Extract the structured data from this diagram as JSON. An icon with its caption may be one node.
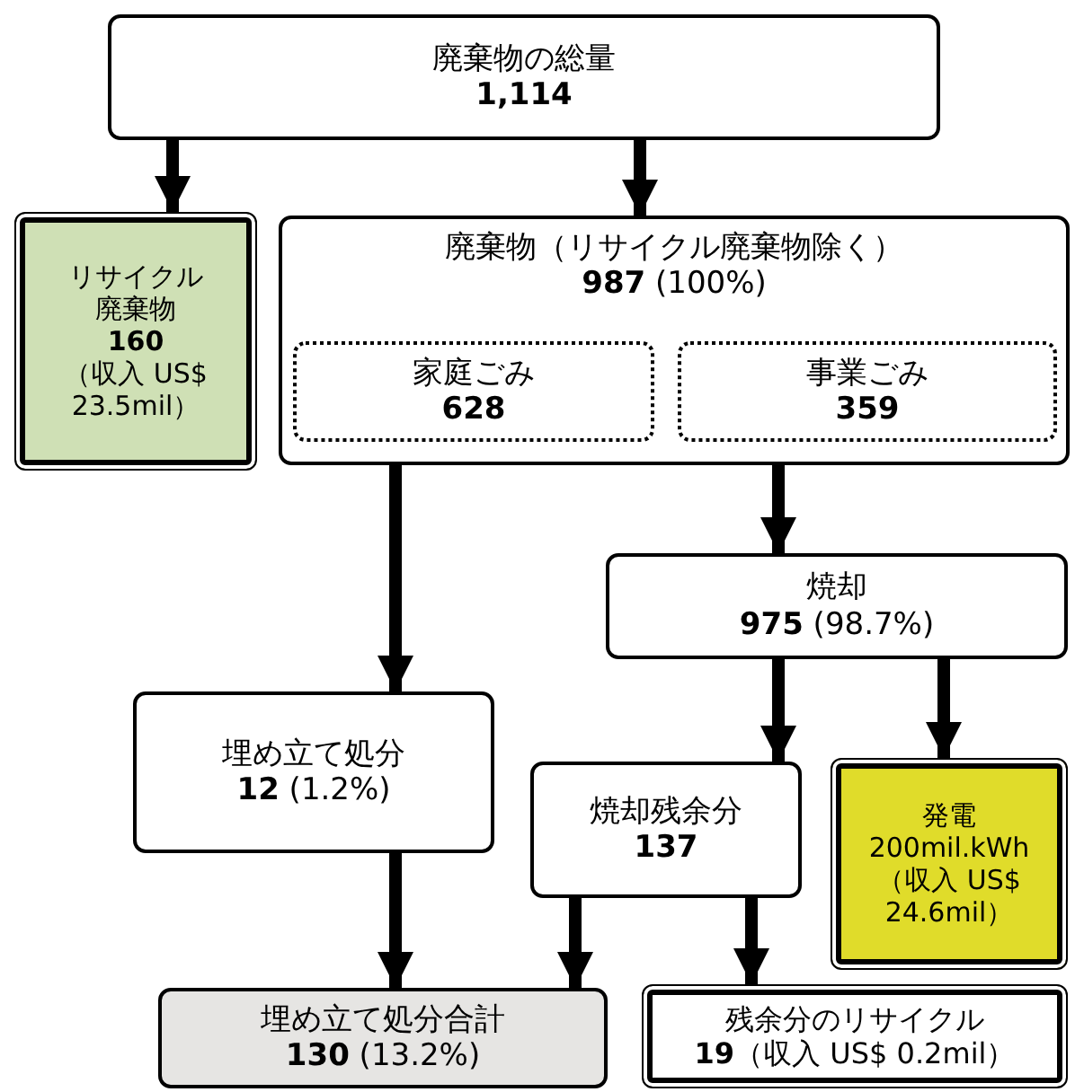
{
  "diagram": {
    "nodes": [
      {
        "text": [
          "廃棄物の総量",
          "1,114"
        ]
      },
      {
        "text": [
          "リサイクル廃棄物",
          "160",
          "（収入 US$ 23.5mil）"
        ]
      },
      {
        "text": [
          "廃棄物（リサイクル廃棄物除く）",
          "**987** (100%)"
        ]
      },
      {
        "text": [
          "家庭ごみ",
          "628"
        ],
        "in": 2
      },
      {
        "text": [
          "事業ごみ",
          "359"
        ],
        "in": 2
      },
      {
        "text": [
          "焼却",
          "**975** (98.7%)"
        ]
      },
      {
        "text": [
          "埋め立て処分",
          "**12** (1.2%)"
        ]
      },
      {
        "text": [
          "焼却残余分",
          "137"
        ]
      },
      {
        "text": [
          "発電",
          "200mil.kWh",
          "（収入 US$ 24.6mil）"
        ]
      },
      {
        "text": [
          "埋め立て処分合計",
          "**130** (13.2%)"
        ]
      },
      {
        "text": [
          "残余分のリサイクル",
          "**19**（収入 US$ 0.2mil）"
        ]
      }
    ],
    "edges": [
      {
        "from": 0,
        "to": 1,
        "arrow": "to"
      },
      {
        "from": 0,
        "to": 2,
        "arrow": "to"
      },
      {
        "from": 2,
        "to": 6,
        "arrow": "to"
      },
      {
        "from": 2,
        "to": 5,
        "arrow": "to"
      },
      {
        "from": 5,
        "to": 7,
        "arrow": "to"
      },
      {
        "from": 5,
        "to": 8,
        "arrow": "to"
      },
      {
        "from": 6,
        "to": 9,
        "arrow": "to"
      },
      {
        "from": 7,
        "to": 9,
        "arrow": "to"
      },
      {
        "from": 7,
        "to": 10,
        "arrow": "to"
      }
    ]
  }
}
